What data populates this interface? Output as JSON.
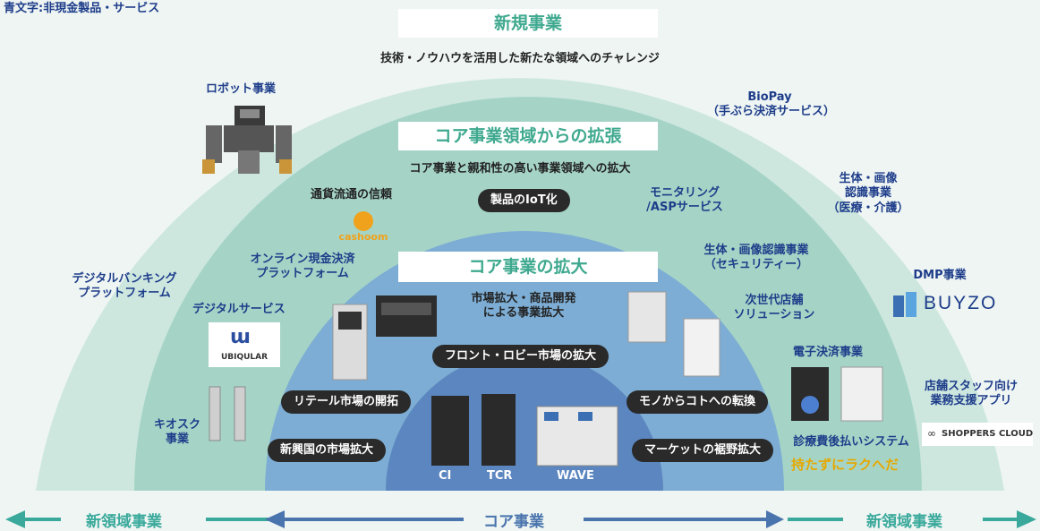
{
  "legend_note": "青文字:非現金製品・サービス",
  "outer": {
    "title": "新規事業",
    "subtitle": "技術・ノウハウを活用した新たな領域へのチャレンジ",
    "items": {
      "robot": "ロボット事業",
      "biopay": [
        "BioPay",
        "（手ぶら決済サービス）"
      ],
      "biometric": [
        "生体・画像",
        "認識事業",
        "（医療・介護）"
      ],
      "dmp": "DMP事業",
      "digital_banking": [
        "デジタルバンキング",
        "プラットフォーム"
      ],
      "store_staff": [
        "店舗スタッフ向け",
        "業務支援アプリ"
      ]
    },
    "logos": {
      "buyzo": "BUYZO",
      "shoppers": "SHOPPERS CLOUD"
    }
  },
  "middle": {
    "title": "コア事業領域からの拡張",
    "subtitle": "コア事業と親和性の高い事業領域への拡大",
    "items": {
      "currency": "通貨流通の信頼",
      "iot": "製品のIoT化",
      "monitoring": [
        "モニタリング",
        "/ASPサービス"
      ],
      "online_cash": [
        "オンライン現金決済",
        "プラットフォーム"
      ],
      "security": [
        "生体・画像認識事業",
        "（セキュリティー）"
      ],
      "next_store": [
        "次世代店舗",
        "ソリューション"
      ],
      "digital_service": "デジタルサービス",
      "epayment": "電子決済事業",
      "kiosk": [
        "キオスク",
        "事業"
      ],
      "medical_payment": "診療費後払いシステム"
    },
    "logos": {
      "cashoom": "cashoom",
      "ubiqular": "UBIQULAR",
      "motanai": "持たずにラクへだ"
    }
  },
  "inner": {
    "title": "コア事業の拡大",
    "subtitle": [
      "市場拡大・商品開発",
      "による事業拡大"
    ],
    "pills": {
      "front_lobby": "フロント・ロビー市場の拡大",
      "retail": "リテール市場の開拓",
      "mono_koto": "モノからコトへの転換",
      "emerging": "新興国の市場拡大",
      "market_base": "マーケットの裾野拡大"
    },
    "products": [
      "CI",
      "TCR",
      "WAVE"
    ]
  },
  "bottom": {
    "left": "新領域事業",
    "center": "コア事業",
    "right": "新領域事業"
  },
  "colors": {
    "outer_arc": "#cde7df",
    "middle_arc": "#a5d4c6",
    "inner_arc": "#7dadd4",
    "core_arc": "#5b86bf",
    "header_text": "#3fa98f",
    "navy_text": "#1e3d8a",
    "arrow_teal": "#3aa99b",
    "arrow_blue": "#4a74ad"
  }
}
